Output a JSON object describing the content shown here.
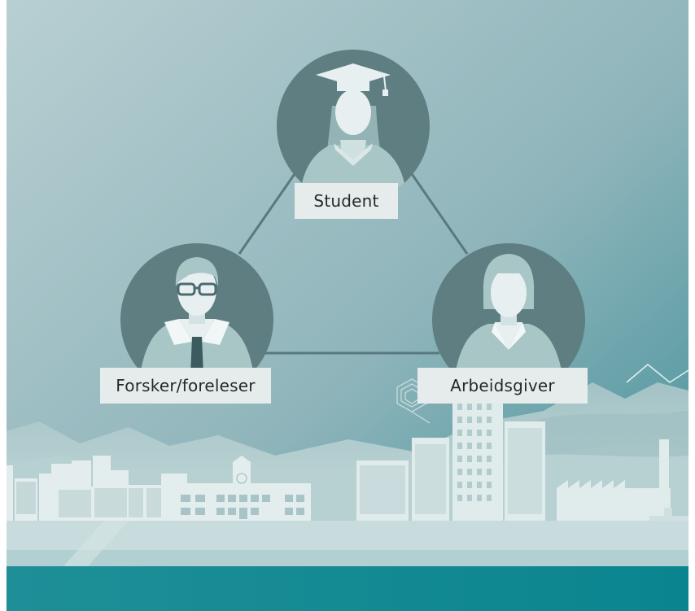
{
  "nodes": {
    "student": {
      "label": "Student"
    },
    "forsker": {
      "label": "Forsker/foreleser"
    },
    "arbeidsgiver": {
      "label": "Arbeidsgiver"
    }
  },
  "colors": {
    "sky_top": "#aec6c9",
    "sky_bottom": "#5b9ca6",
    "circle": "#5e7e82",
    "figure": "#a9c6c7",
    "connector": "#587a7e",
    "label_bg": "#e6ecec",
    "label_text": "#1f2a2d",
    "building": "#dfeaea",
    "water": "#0f8a93"
  }
}
